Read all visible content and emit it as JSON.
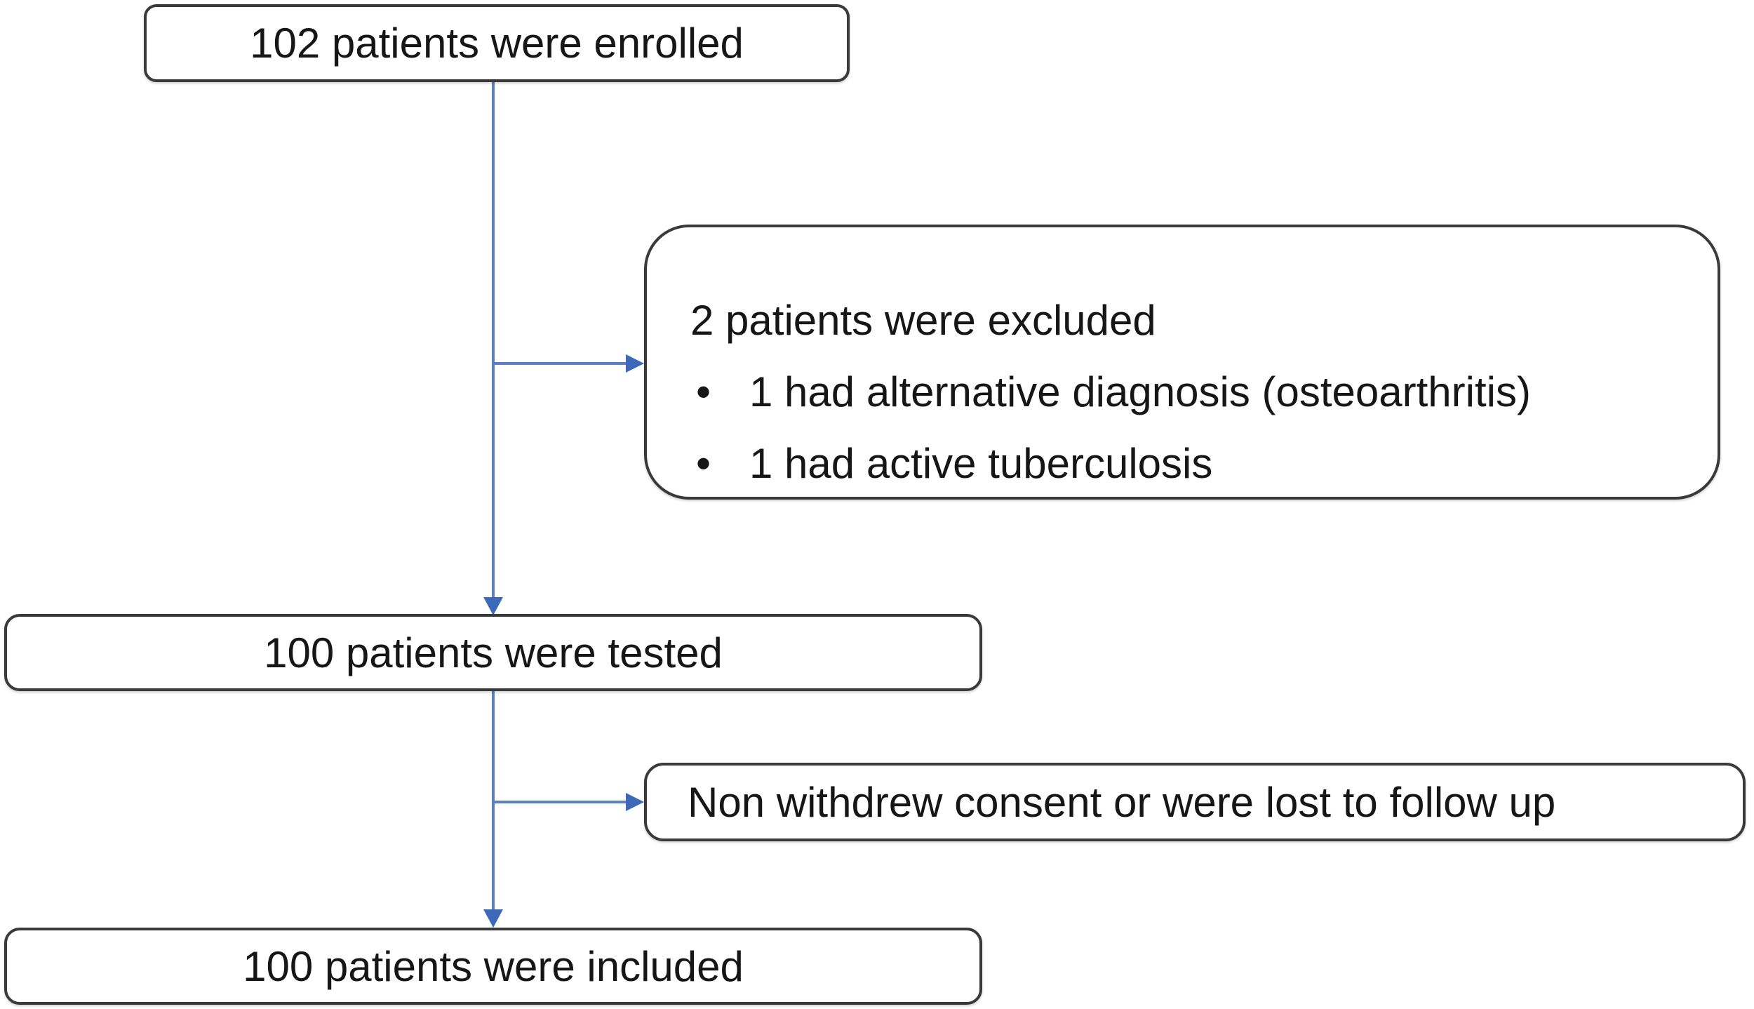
{
  "diagram": {
    "title": "patient enrollment flowchart",
    "nodes": {
      "enrolled": {
        "label": "102 patients were enrolled"
      },
      "excluded": {
        "title": "2 patients were excluded",
        "bullet_char": "•",
        "bullets": [
          "1 had alternative diagnosis (osteoarthritis)",
          "1 had active tuberculosis"
        ]
      },
      "tested": {
        "label": "100 patients were tested"
      },
      "lost": {
        "label": "Non withdrew consent or were lost to follow up"
      },
      "included": {
        "label": "100 patients were included"
      }
    },
    "colors": {
      "background": "#ffffff",
      "text": "#161616",
      "border": "#3a3a3a",
      "arrow_line": "#5b81c4",
      "arrow_head": "#3e68b8"
    }
  }
}
